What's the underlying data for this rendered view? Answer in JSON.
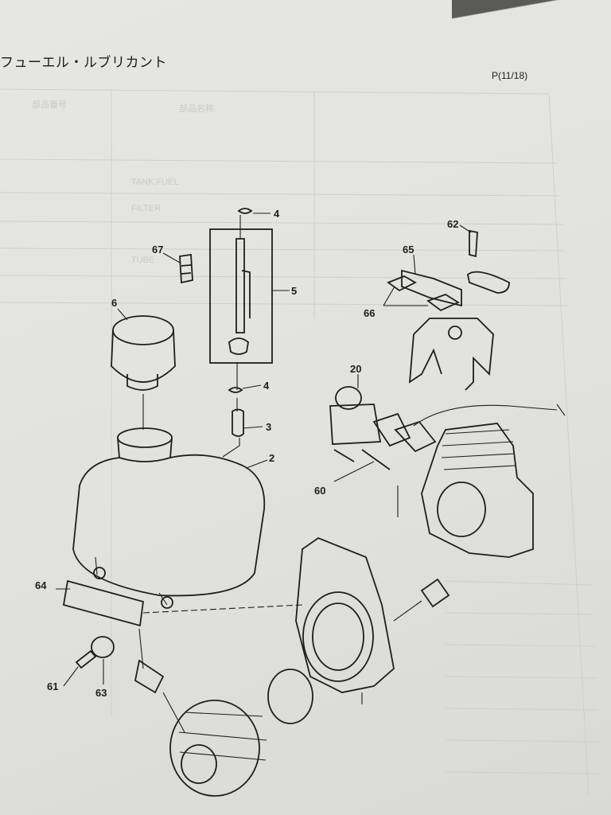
{
  "header": {
    "title": "フューエル・ルブリカント",
    "page": "P(11/18)"
  },
  "diagram": {
    "callouts": [
      "4",
      "5",
      "67",
      "6",
      "4",
      "3",
      "2",
      "62",
      "65",
      "66",
      "20",
      "60",
      "64",
      "61",
      "63"
    ]
  }
}
